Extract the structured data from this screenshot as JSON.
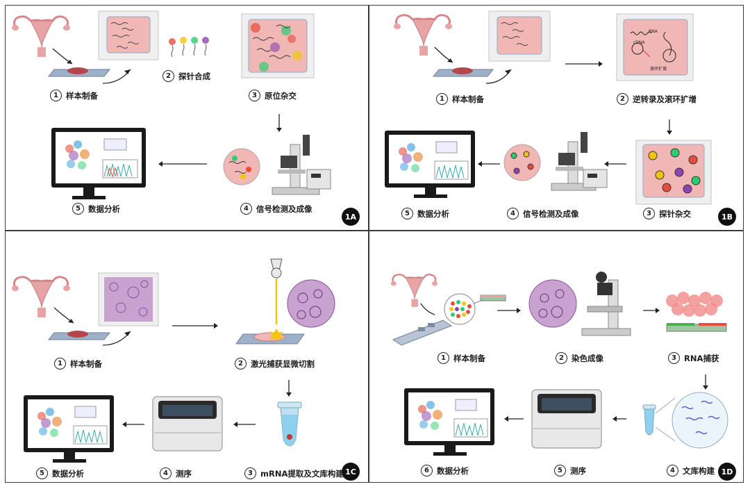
{
  "panels": {
    "A": {
      "badge": "1A",
      "steps": [
        {
          "n": "1",
          "label": "样本制备"
        },
        {
          "n": "2",
          "label": "探针合成"
        },
        {
          "n": "3",
          "label": "原位杂交"
        },
        {
          "n": "4",
          "label": "信号检测及成像"
        },
        {
          "n": "5",
          "label": "数据分析"
        }
      ]
    },
    "B": {
      "badge": "1B",
      "steps": [
        {
          "n": "1",
          "label": "样本制备"
        },
        {
          "n": "2",
          "label": "逆转录及滚环扩增"
        },
        {
          "n": "3",
          "label": "探针杂交"
        },
        {
          "n": "4",
          "label": "信号检测及成像"
        },
        {
          "n": "5",
          "label": "数据分析"
        }
      ],
      "rca_labels": {
        "rna": "RNA",
        "cdna": "cDNA",
        "rca": "滚环扩增"
      }
    },
    "C": {
      "badge": "1C",
      "steps": [
        {
          "n": "1",
          "label": "样本制备"
        },
        {
          "n": "2",
          "label": "激光捕获显微切割"
        },
        {
          "n": "3",
          "label": "mRNA提取及文库构建"
        },
        {
          "n": "4",
          "label": "测序"
        },
        {
          "n": "5",
          "label": "数据分析"
        }
      ]
    },
    "D": {
      "badge": "1D",
      "steps": [
        {
          "n": "1",
          "label": "样本制备"
        },
        {
          "n": "2",
          "label": "染色成像"
        },
        {
          "n": "3",
          "label": "RNA捕获"
        },
        {
          "n": "4",
          "label": "文库构建"
        },
        {
          "n": "5",
          "label": "测序"
        },
        {
          "n": "6",
          "label": "数据分析"
        }
      ]
    }
  },
  "colors": {
    "uterus": "#e8a3a5",
    "tissue_bg": "#f1b7b4",
    "slide": "#9fb1c8",
    "monitor": "#1a1a1a",
    "he_stain": "#b78bc2"
  }
}
